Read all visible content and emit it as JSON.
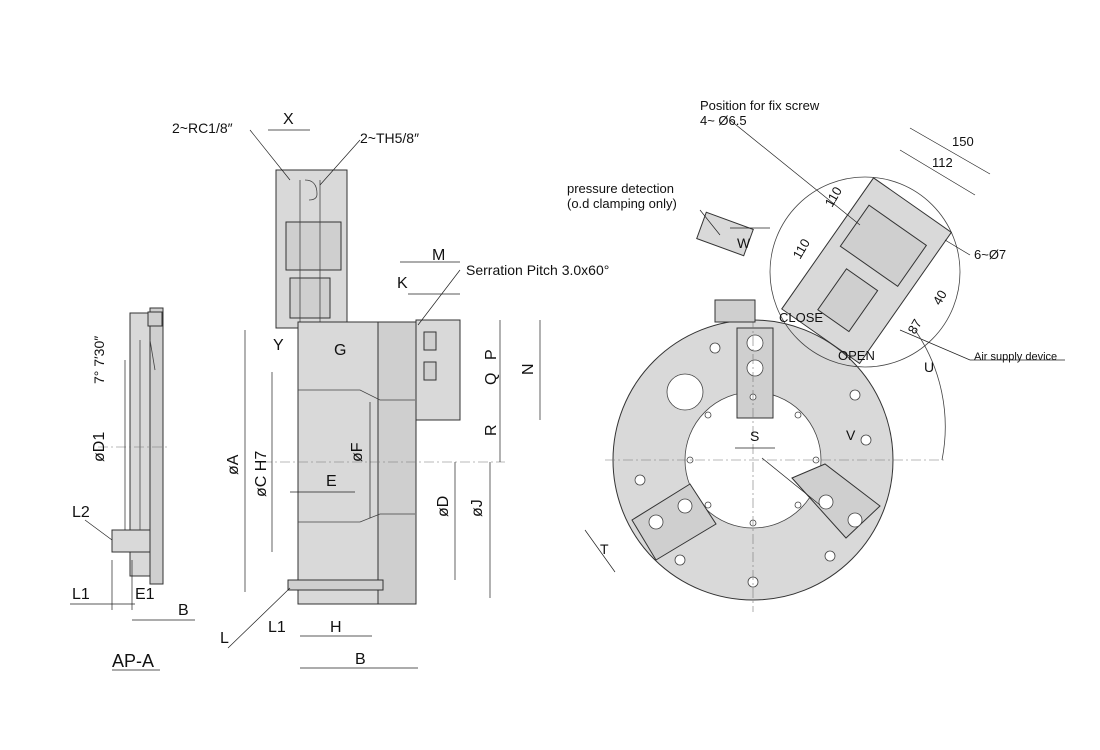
{
  "labels": {
    "rc18": "2~RC1/8″",
    "x": "X",
    "th58": "2~TH5/8″",
    "k": "K",
    "m": "M",
    "serration": "Serration Pitch  3.0x60°",
    "y": "Y",
    "g": "G",
    "p": "P",
    "q": "Q",
    "n": "N",
    "r": "R",
    "angle": "7° 7′30″",
    "d1": "øD1",
    "a": "øA",
    "c": "øC  H7",
    "f": "øF",
    "e": "E",
    "d": "øD",
    "j": "øJ",
    "l2": "L2",
    "l1_side": "L1",
    "e1": "E1",
    "b_side": "B",
    "ap_a": "AP-A",
    "l": "L",
    "l1_front": "L1",
    "h": "H",
    "b_front": "B",
    "fix_screw_1": "Position for fix screw",
    "fix_screw_2": "4~ Ø6.5",
    "d150": "150",
    "d112": "112",
    "pressure_1": "pressure detection",
    "pressure_2": "(o.d clamping only)",
    "d110a": "110",
    "d110b": "110",
    "w": "W",
    "holes6": "6~Ø7",
    "d40": "40",
    "d87": "87",
    "close": "CLOSE",
    "open": "OPEN",
    "air": "Air supply device",
    "u": "U",
    "s": "S",
    "v": "V",
    "t": "T"
  }
}
